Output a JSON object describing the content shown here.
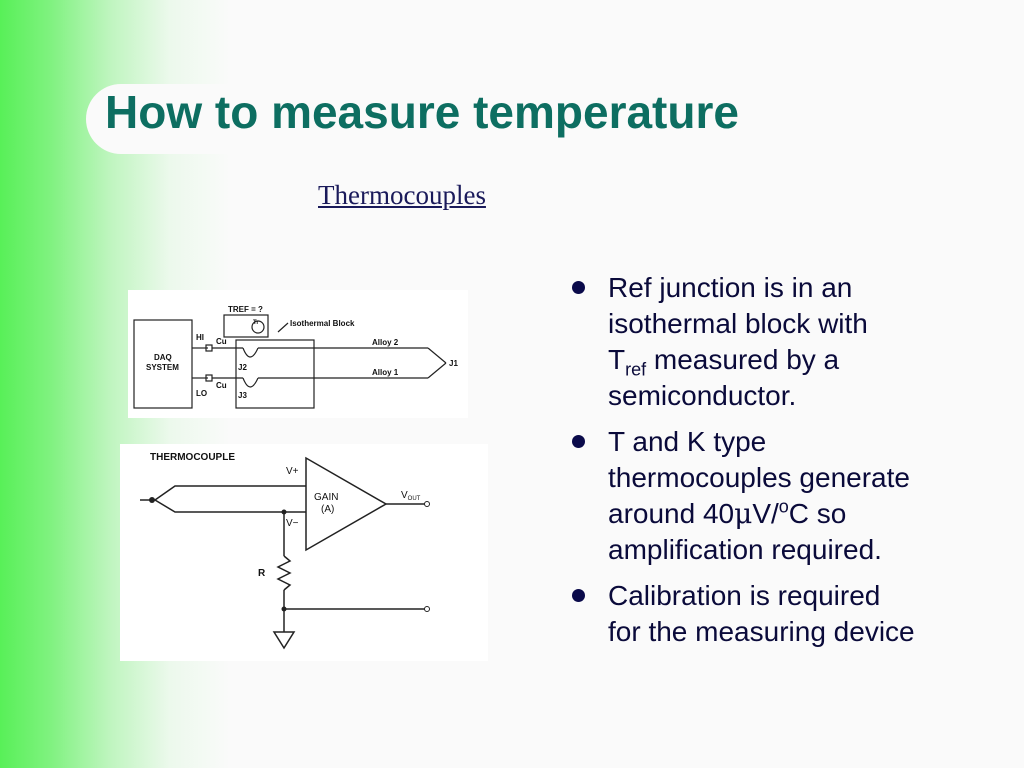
{
  "slide": {
    "title": "How to measure temperature",
    "subtitle": "Thermocouples"
  },
  "figure1": {
    "tref": "TREF = ?",
    "iso_block": "Isothermal Block",
    "daq1": "DAQ",
    "daq2": "SYSTEM",
    "hi": "HI",
    "lo": "LO",
    "cu1": "Cu",
    "cu2": "Cu",
    "alloy2": "Alloy 2",
    "alloy1": "Alloy 1",
    "j1": "J1",
    "j2": "J2",
    "j3": "J3",
    "tr": "Tr"
  },
  "figure2": {
    "thermocouple": "THERMOCOUPLE",
    "vplus": "V+",
    "vminus": "V−",
    "gain": "GAIN",
    "gain_a": "(A)",
    "vout": "V",
    "vout_sub": "OUT",
    "r": "R"
  },
  "bullets": {
    "b1_line1": "Ref junction is in an",
    "b1_line2": "isothermal block with",
    "b1_t": "T",
    "b1_ref": "ref",
    "b1_rest": " measured by a",
    "b1_line4": "semiconductor.",
    "b2_line1": "T and K type",
    "b2_line2": "thermocouples generate",
    "b2_pre": "around 40",
    "b2_mu": "μ",
    "b2_v": "V/",
    "b2_o": "o",
    "b2_c": "C so",
    "b2_line4": "amplification required.",
    "b3_line1": "Calibration is required",
    "b3_line2": "for the measuring device"
  }
}
